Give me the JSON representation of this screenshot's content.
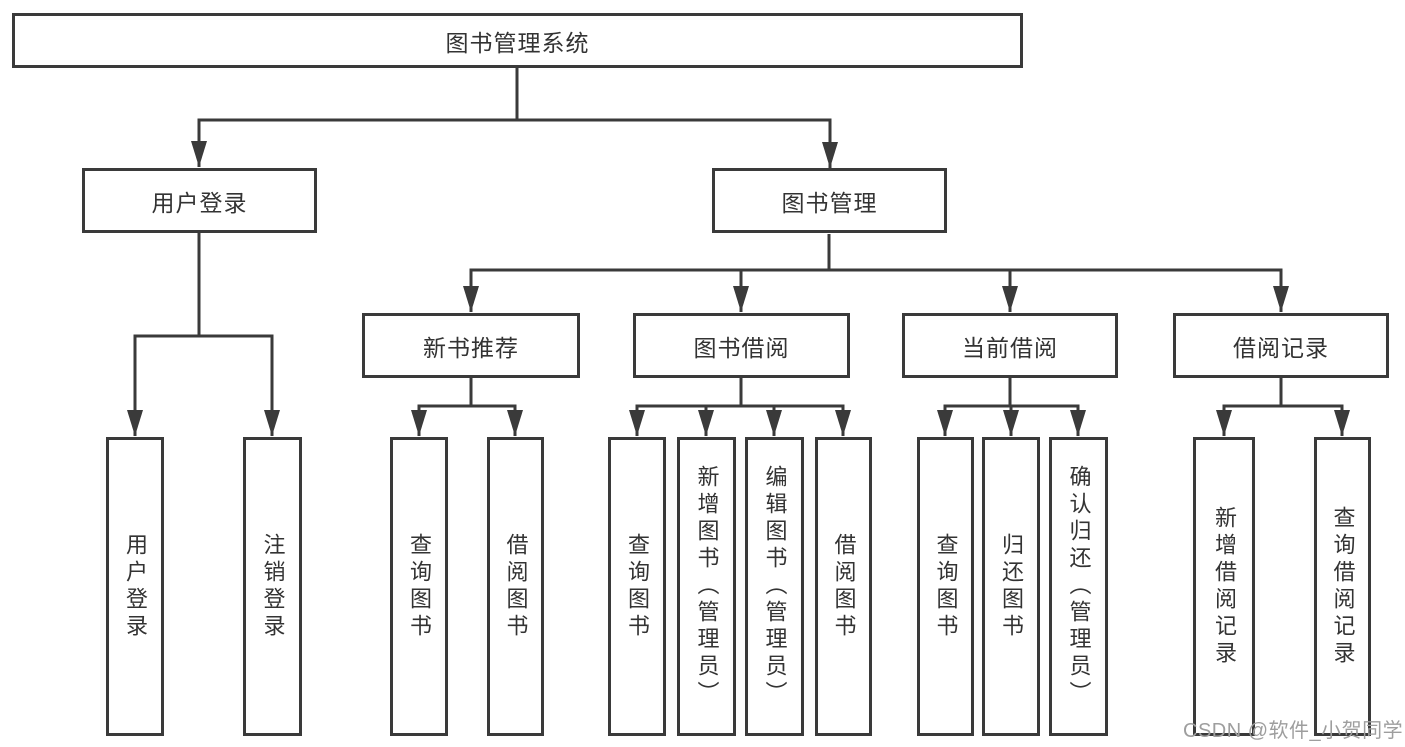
{
  "colors": {
    "line": "#3a3a3a",
    "text": "#333333",
    "box_background": "#ffffff",
    "page_background": "#ffffff",
    "watermark": "#9e9e9e"
  },
  "tree": {
    "root": {
      "label": "图书管理系统"
    },
    "level2": [
      {
        "label": "用户登录"
      },
      {
        "label": "图书管理"
      }
    ],
    "level3": [
      {
        "label": "新书推荐"
      },
      {
        "label": "图书借阅"
      },
      {
        "label": "当前借阅"
      },
      {
        "label": "借阅记录"
      }
    ],
    "leaves": {
      "user_login": [
        {
          "label": "用户登录"
        },
        {
          "label": "注销登录"
        }
      ],
      "new_book_recommend": [
        {
          "label": "查询图书"
        },
        {
          "label": "借阅图书"
        }
      ],
      "book_borrow": [
        {
          "label": "查询图书"
        },
        {
          "label": "新增图书（管理员）"
        },
        {
          "label": "编辑图书（管理员）"
        },
        {
          "label": "借阅图书"
        }
      ],
      "current_borrow": [
        {
          "label": "查询图书"
        },
        {
          "label": "归还图书"
        },
        {
          "label": "确认归还（管理员）"
        }
      ],
      "borrow_records": [
        {
          "label": "新增借阅记录"
        },
        {
          "label": "查询借阅记录"
        }
      ]
    }
  },
  "watermark": {
    "text": "CSDN @软件_小贺同学"
  }
}
